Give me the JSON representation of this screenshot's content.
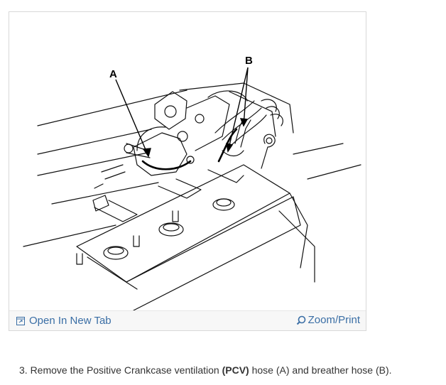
{
  "figure": {
    "label_a": "A",
    "label_b": "B"
  },
  "toolbar": {
    "open_tab_label": "Open In New Tab",
    "zoom_label": "Zoom/Print",
    "link_color": "#3a6ea5"
  },
  "caption": {
    "prefix": "3. Remove the Positive Crankcase ventilation ",
    "bold": "(PCV)",
    "suffix": " hose (A) and breather hose (B)."
  }
}
